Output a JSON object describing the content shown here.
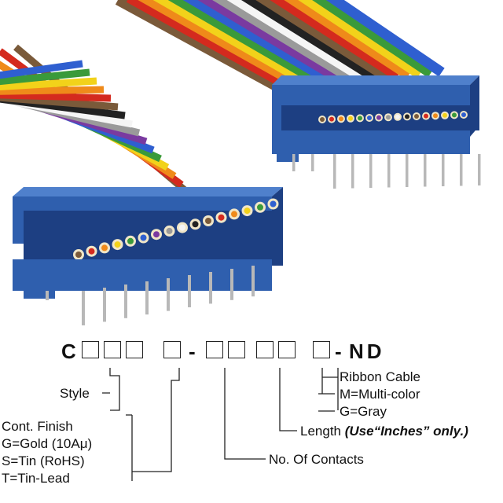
{
  "part_number": {
    "prefix": "C",
    "dash_1": "-",
    "dash_2": "-",
    "suffix": "ND"
  },
  "callouts": {
    "ribbon": {
      "title": "Ribbon Cable",
      "options": [
        "M=Multi-color",
        "G=Gray"
      ]
    },
    "length": {
      "label": "Length",
      "note": "(Use“Inches” only.)"
    },
    "contacts": {
      "label": "No. Of Contacts"
    },
    "style": {
      "label": "Style"
    },
    "finish": {
      "title": "Cont. Finish",
      "options": [
        "G=Gold (10Aμ)",
        "S=Tin (RoHS)",
        "T=Tin-Lead"
      ]
    }
  },
  "colors": {
    "connector_blue": "#2f5fae",
    "connector_dark": "#1d3f82",
    "connector_light": "#4f80cc",
    "pin": "#b8b8b8",
    "ribbon_wires": [
      "#7a5a3a",
      "#d42a1e",
      "#ef8a1a",
      "#f2d21a",
      "#3a9a3a",
      "#2f5fd0",
      "#7a3aa0",
      "#9a9a9a",
      "#f5f5f5",
      "#222222",
      "#7a5a3a",
      "#d42a1e",
      "#ef8a1a",
      "#f2d21a",
      "#3a9a3a",
      "#2f5fd0"
    ]
  },
  "icons": {
    "illustration": "ribbon-cable-assembly-illustration"
  }
}
